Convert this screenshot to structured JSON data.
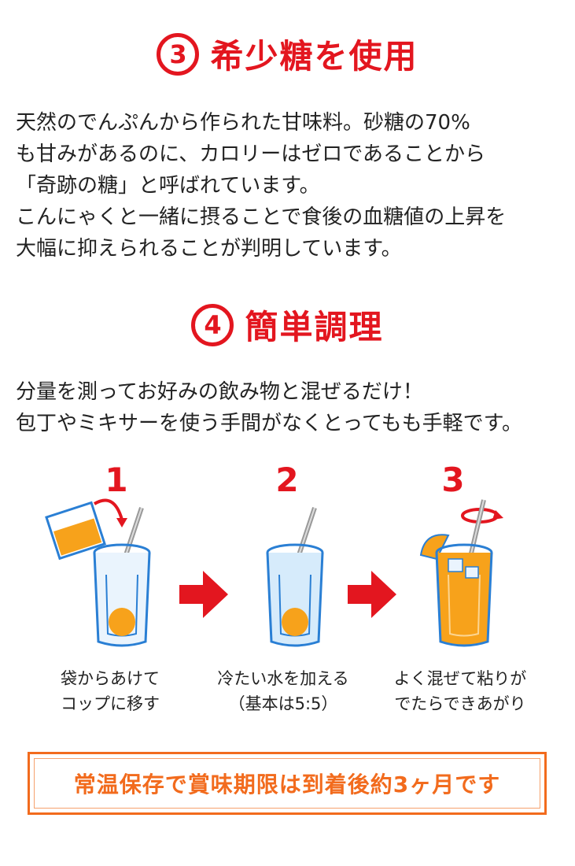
{
  "section3": {
    "number": "3",
    "title": "希少糖を使用",
    "body": "天然のでんぷんから作られた甘味料。砂糖の70%\nも甘みがあるのに、カロリーはゼロであることから\n「奇跡の糖」と呼ばれています。\nこんにゃくと一緒に摂ることで食後の血糖値の上昇を\n大幅に抑えられることが判明しています。"
  },
  "section4": {
    "number": "4",
    "title": "簡単調理",
    "body": "分量を測ってお好みの飲み物と混ぜるだけ！\n包丁やミキサーを使う手間がなくとってもも手軽です。"
  },
  "steps": [
    {
      "number": "1",
      "caption": "袋からあけて\nコップに移す",
      "icon": "pour-packet-glass-icon"
    },
    {
      "number": "2",
      "caption": "冷たい水を加える\n（基本は5:5）",
      "icon": "add-water-glass-icon"
    },
    {
      "number": "3",
      "caption": "よく混ぜて粘りが\nでたらできあがり",
      "icon": "stir-glass-icon"
    }
  ],
  "notice": "常温保存で賞味期限は到着後約3ヶ月です",
  "colors": {
    "accent_red": "#e3161f",
    "accent_orange": "#f26b1d",
    "juice": "#f7a21b",
    "glass_blue": "#2a7fd4"
  }
}
